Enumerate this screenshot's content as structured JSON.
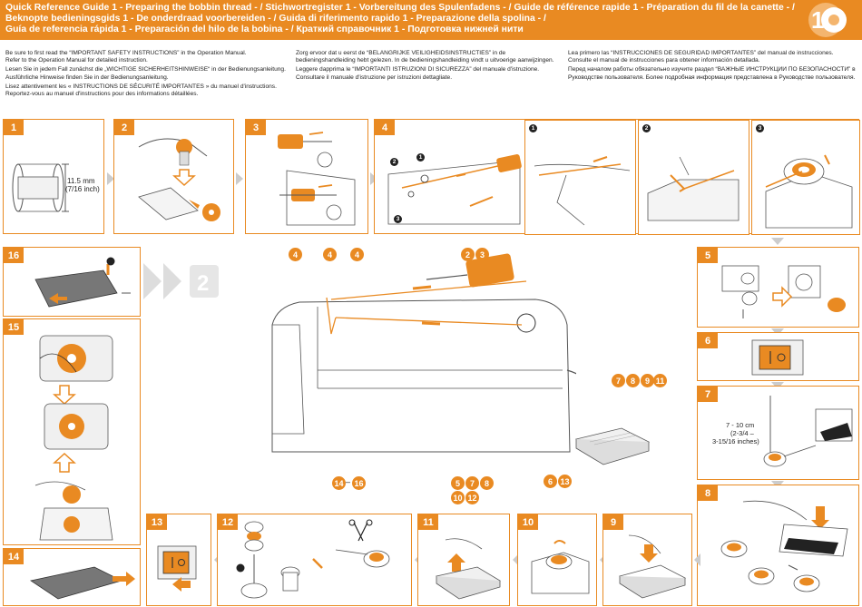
{
  "header": {
    "lines": [
      "Quick Reference Guide 1 - Preparing the bobbin thread - / Stichwortregister 1 - Vorbereitung des Spulenfadens - / Guide de référence rapide 1 - Préparation du fil de la canette - /",
      "Beknopte bedieningsgids 1 - De onderdraad voorbereiden - / Guida di riferimento rapido 1 - Preparazione della spolina - /",
      "Guía de referencia rápida 1 - Preparación del hilo de la bobina - / Краткий справочник 1 - Подготовка нижней нити"
    ],
    "logo_number": "1",
    "accent": "#e98a22"
  },
  "intro": {
    "col1": [
      "Be sure to first read the “IMPORTANT SAFETY INSTRUCTIONS” in the Operation Manual.",
      "Refer to the Operation Manual for detailed instruction.",
      "Lesen Sie in jedem Fall zunächst die „WICHTIGE SICHERHEITSHINWEISE“ in der Bedienungsanleitung.",
      "Ausführliche Hinweise finden Sie in der Bedienungsanleitung.",
      "Lisez attentivement les « INSTRUCTIONS DE SÉCURITÉ IMPORTANTES » du manuel d'instructions.",
      "Reportez-vous au manuel d'instructions pour des informations détaillées."
    ],
    "col2": [
      "Zorg ervoor dat u eerst de “BELANGRIJKE VEILIGHEIDSINSTRUCTIES” in de",
      "bedieningshandleiding hebt gelezen. In de bedieningshandleiding vindt u uitvoerige aanwijzingen.",
      "Leggere dapprima le “IMPORTANTI ISTRUZIONI DI SICUREZZA” del manuale d'istruzione.",
      "Consultare il manuale d'istruzione per istruzioni dettagliate."
    ],
    "col3": [
      "Lea primero las “INSTRUCCIONES DE SEGURIDAD IMPORTANTES” del manual de instrucciones.",
      "Consulte el manual de instrucciones para obtener información detallada.",
      "Перед началом работы обязательно изучите раздел “ВАЖНЫЕ ИНСТРУКЦИИ ПО БЕЗОПАСНОСТИ” в",
      "Руководстве пользователя. Более подробная информация представлена в Руководстве пользователя."
    ]
  },
  "steps": {
    "s1": "1",
    "s2": "2",
    "s3": "3",
    "s4": "4",
    "s5": "5",
    "s6": "6",
    "s7": "7",
    "s8": "8",
    "s9": "9",
    "s10": "10",
    "s11": "11",
    "s12": "12",
    "s13": "13",
    "s14": "14",
    "s15": "15",
    "s16": "16",
    "next_guide": "2"
  },
  "labels": {
    "bobbin_size_mm": "11.5 mm",
    "bobbin_size_in": "(7/16 inch)",
    "thread_length_cm": "7 - 10 cm",
    "thread_length_in_1": "(2-3/4 –",
    "thread_length_in_2": "3-15/16 inches)"
  },
  "callouts": {
    "c4a": "4",
    "c4b": "4",
    "c4c": "4",
    "c2": "2",
    "c3": "3",
    "c7": "7",
    "c8": "8",
    "c9": "9",
    "c11": "11",
    "c14": "14",
    "c16": "16",
    "dash": "–",
    "c5": "5",
    "c7b": "7",
    "c8b": "8",
    "c10": "10",
    "c12": "12",
    "c6": "6",
    "c13": "13"
  },
  "subs": {
    "one": "1",
    "two": "2",
    "three": "3"
  }
}
